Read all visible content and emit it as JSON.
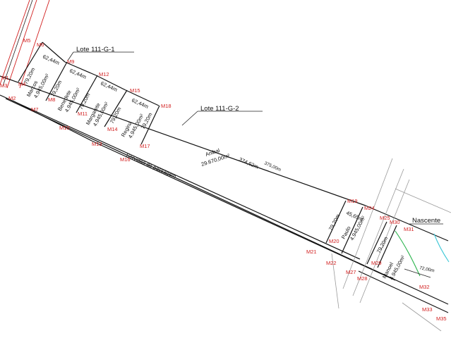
{
  "labels": {
    "lote1": "Lote 111-G-1",
    "lote2": "Lote 111-G-2",
    "servidao": "Servidão de passagem",
    "nascente": "Nascente",
    "anibal_name": "Anibal",
    "anibal_area": "29.670,00m²",
    "len_main": "374,62m",
    "len_main2": "375,00m",
    "dist_72": "72,00m"
  },
  "lots": [
    {
      "name": "Marcos",
      "area": "4.945,00m²",
      "top": "62,44m",
      "side": "79,20m"
    },
    {
      "name": "Benedete",
      "area": "4.945,00m²",
      "top": "62,44m",
      "side": "79,20m"
    },
    {
      "name": "Margarete",
      "area": "4.945,00m²",
      "top": "62,44m",
      "side": "79,20m"
    },
    {
      "name": "Regina",
      "area": "4.945,00m²",
      "top": "62,44m",
      "side": "79,20m"
    },
    {
      "name": "Paulo",
      "area": "4.945,00m²",
      "top": "45,65m",
      "side": "79,20m"
    },
    {
      "name": "Manoel",
      "area": "4.945,00m²",
      "top": "",
      "side": "79,20m"
    }
  ],
  "markers": {
    "m1": "M1",
    "m2": "M2",
    "m3": "M3",
    "m4": "M4",
    "m5": "M5",
    "m6": "M6",
    "m7": "M7",
    "m8": "M8",
    "m9": "M9",
    "m10": "M10",
    "m11": "M11",
    "m12": "M12",
    "m13": "M13",
    "m14": "M14",
    "m15": "M15",
    "m16": "M16",
    "m17": "M17",
    "m18": "M18",
    "m19": "M19",
    "m20": "M20",
    "m21": "M21",
    "m22": "M22",
    "m24": "M24",
    "m25": "M25",
    "m27": "M27",
    "m28": "M28",
    "m29": "M29",
    "m30": "M30",
    "m31": "M31",
    "m32": "M32",
    "m33": "M33",
    "m35": "M35"
  },
  "colors": {
    "line": "#111111",
    "marker": "#d21f1f",
    "green_boundary": "#27b34a",
    "cyan_stream": "#3cc7d6",
    "grey_road": "#9a9a9a"
  }
}
